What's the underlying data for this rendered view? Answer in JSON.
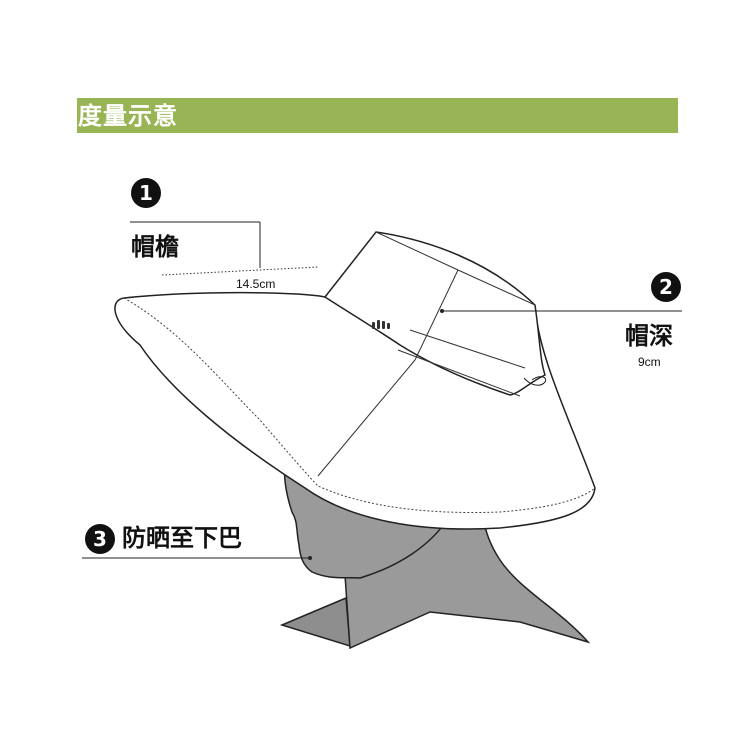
{
  "header": {
    "title": "度量示意"
  },
  "annotations": [
    {
      "number": "1",
      "label": "帽檐",
      "measure": "14.5cm"
    },
    {
      "number": "2",
      "label": "帽深",
      "measure": "9cm"
    },
    {
      "number": "3",
      "label": "防晒至下巴"
    }
  ],
  "colors": {
    "header_bar": "#98b454",
    "mannequin": "#9a9a9a",
    "line": "#222222"
  }
}
